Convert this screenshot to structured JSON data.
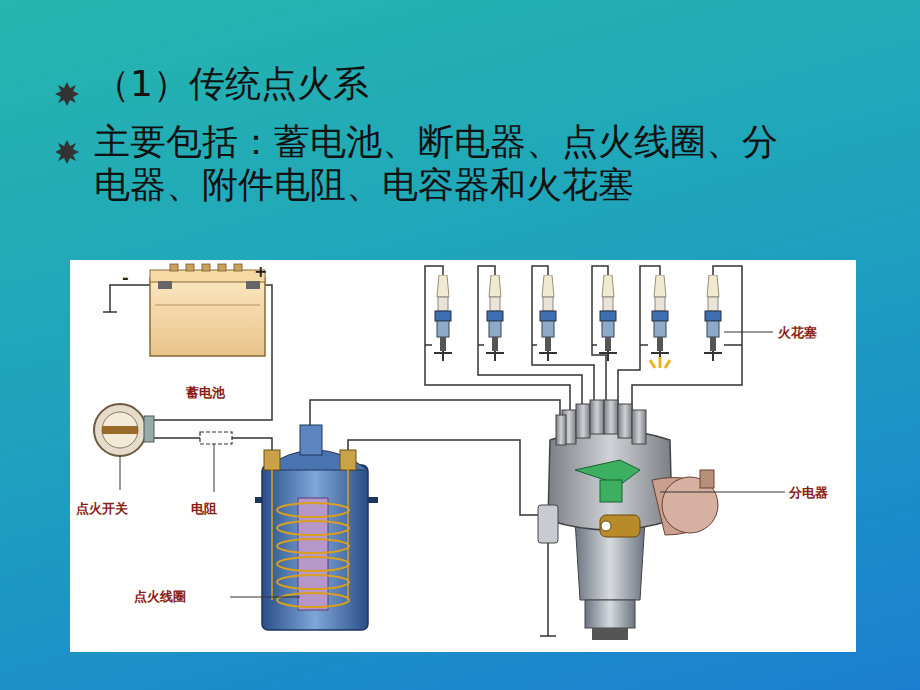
{
  "diagram": {
    "title": "（1）传统点火系",
    "labels": [
      "主要包括：蓄电池、断电器、点火线圈、分电器、附件电阻、电容器和火花塞",
      "-",
      "+",
      "蓄电池",
      "点火开关",
      "电阻",
      "点火线圈",
      "火花塞",
      "分电器"
    ]
  }
}
